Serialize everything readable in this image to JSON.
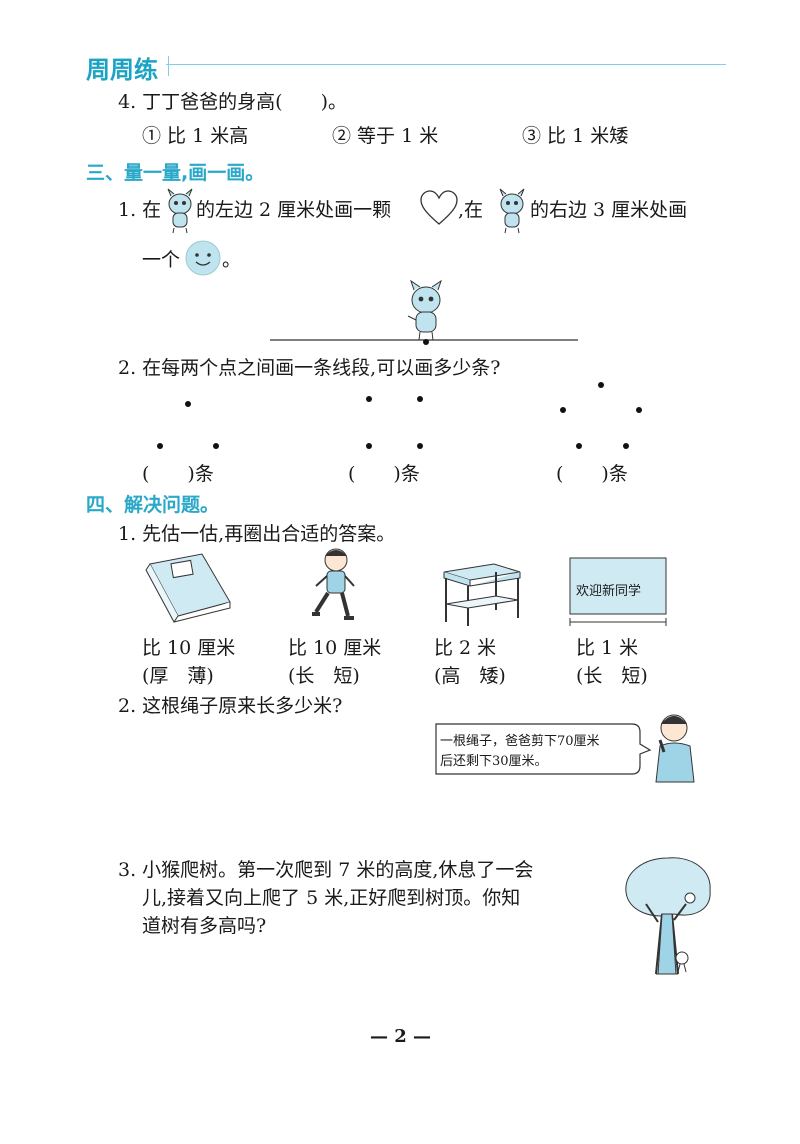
{
  "header": {
    "title": "周周练"
  },
  "q4": {
    "stem": "4. 丁丁爸爸的身高(　　)。",
    "options": [
      "① 比 1 米高",
      "② 等于 1 米",
      "③ 比 1 米矮"
    ]
  },
  "section3": {
    "title": "三、量一量,画一画。",
    "q1_part_a": "1. 在",
    "q1_part_b": "的左边 2 厘米处画一颗",
    "q1_part_c": ",在",
    "q1_part_d": "的右边 3 厘米处画",
    "q1_line2_a": "一个",
    "q1_line2_b": "。",
    "q2": "2. 在每两个点之间画一条线段,可以画多少条?",
    "answer_blanks": [
      "(　　)条",
      "(　　)条",
      "(　　)条"
    ]
  },
  "section4": {
    "title": "四、解决问题。",
    "q1": "1. 先估一估,再圈出合适的答案。",
    "items": [
      {
        "compare": "比 10 厘米",
        "choice": "(厚　薄)"
      },
      {
        "compare": "比 10 厘米",
        "choice": "(长　短)"
      },
      {
        "compare": "比 2 米",
        "choice": "(高　矮)"
      },
      {
        "compare": "比 1 米",
        "choice": "(长　短)"
      }
    ],
    "banner_text": "欢迎新同学",
    "q2": "2. 这根绳子原来长多少米?",
    "speech_line1": "一根绳子，爸爸剪下70厘米",
    "speech_line2": "后还剩下30厘米。",
    "q3_line1": "3. 小猴爬树。第一次爬到 7 米的高度,休息了一会",
    "q3_line2": "儿,接着又向上爬了 5 米,正好爬到树顶。你知",
    "q3_line3": "道树有多高吗?"
  },
  "footer": {
    "page_number": "— 2 —"
  },
  "colors": {
    "accent": "#1aa3c4",
    "light_blue": "#cfeaf3"
  }
}
